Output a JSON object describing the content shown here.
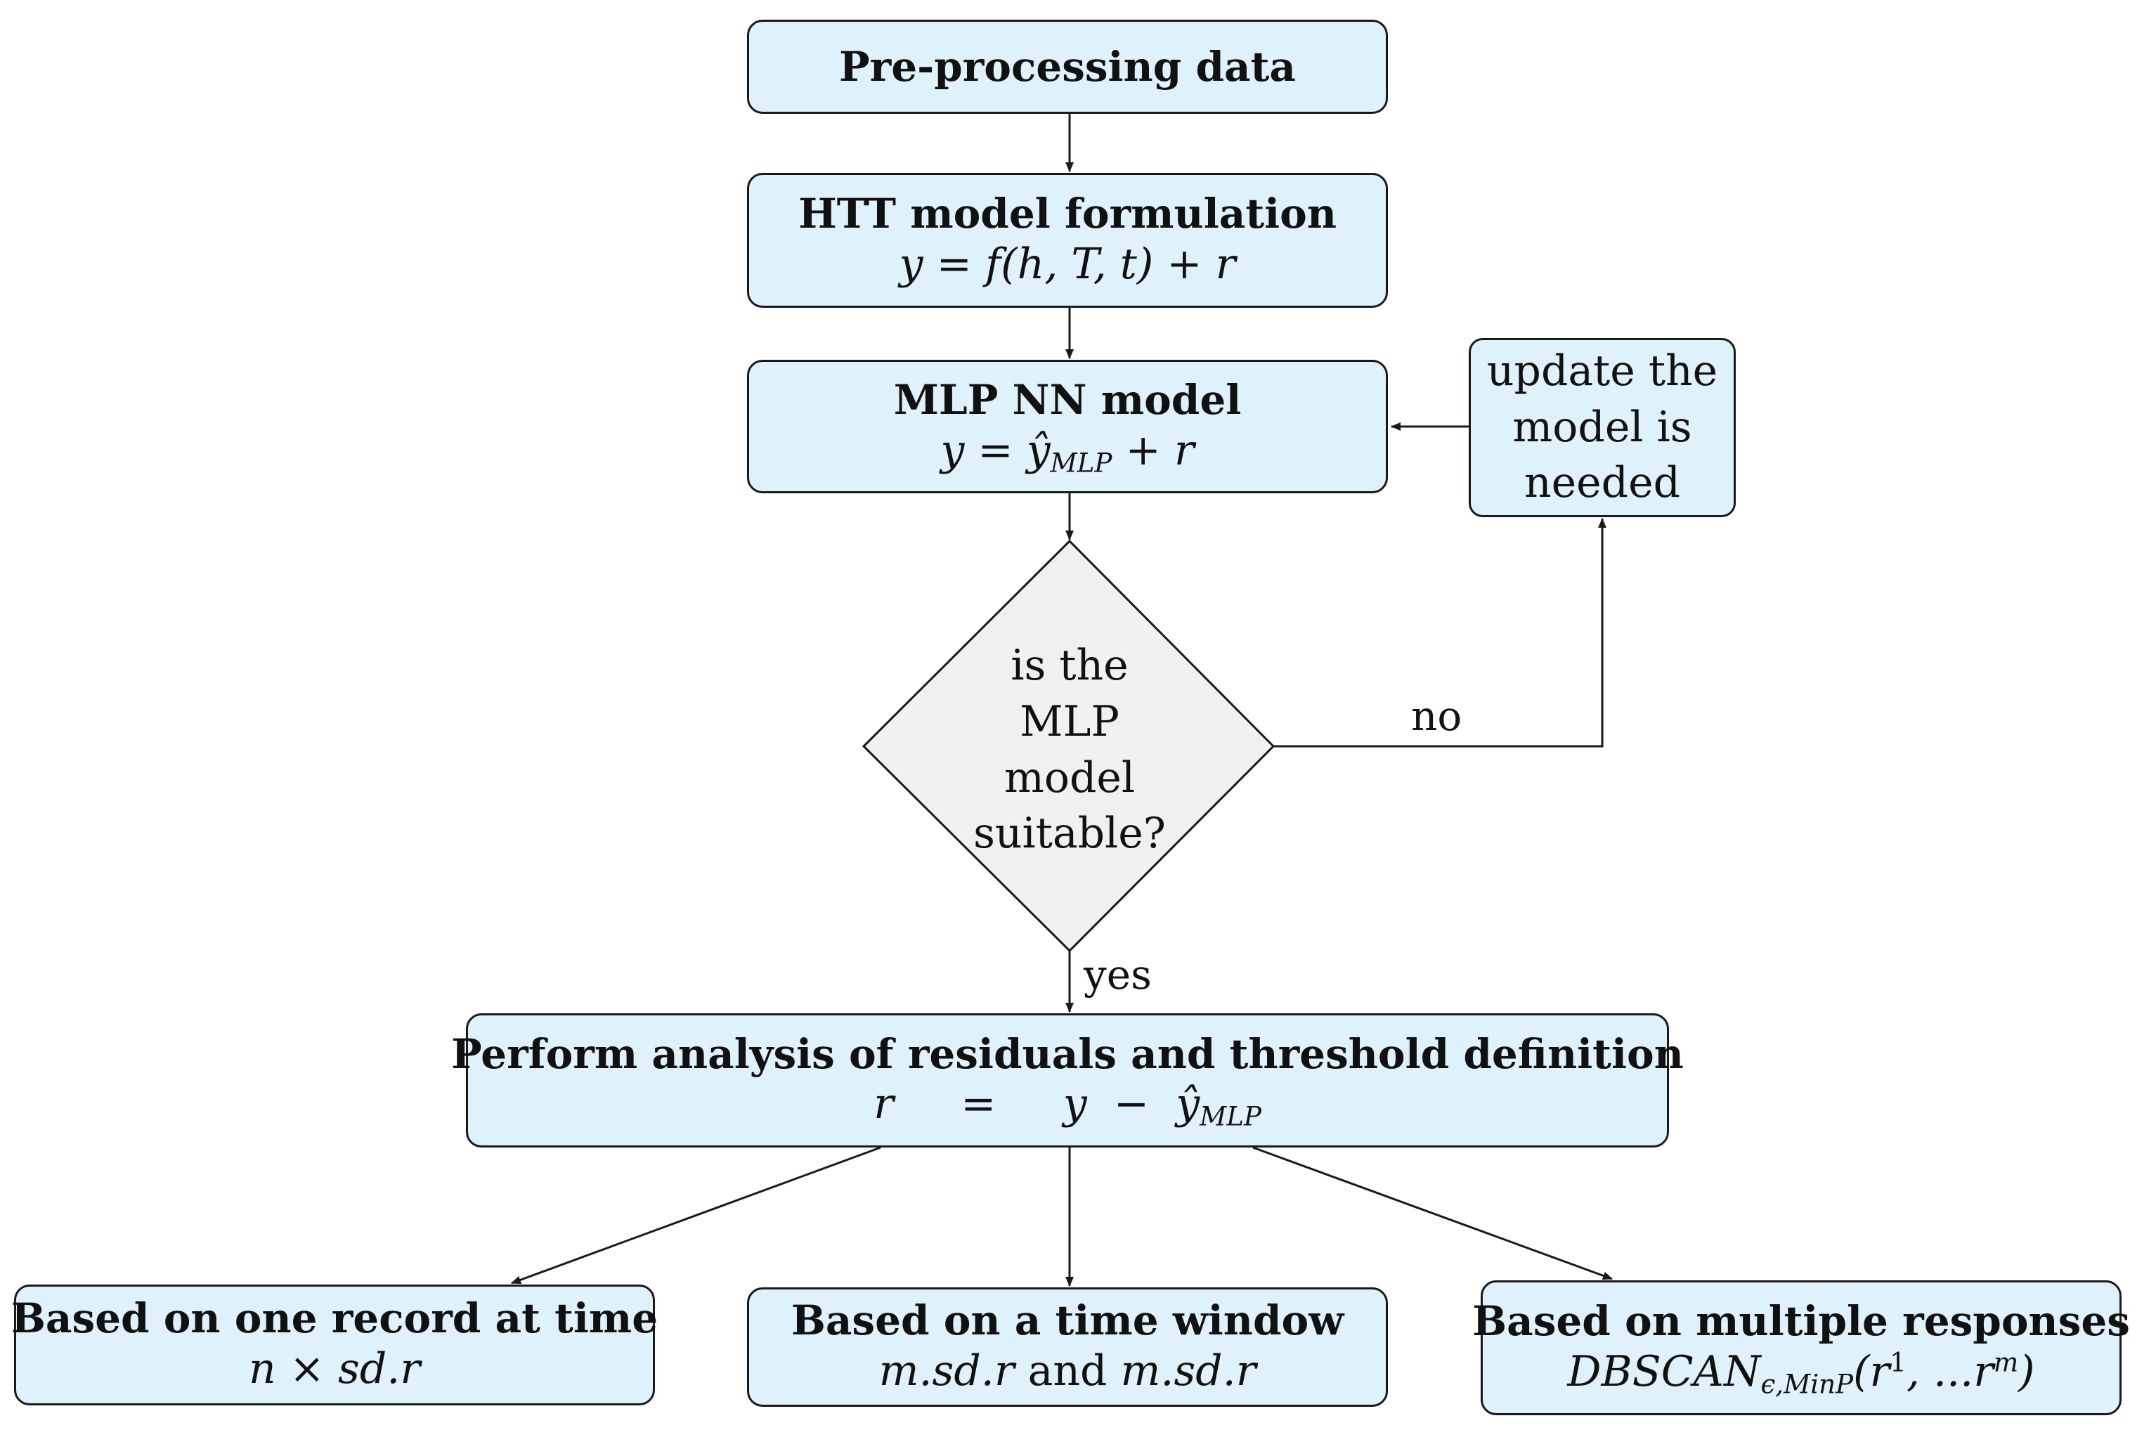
{
  "nodes": {
    "preprocess": {
      "title": "Pre-processing  data"
    },
    "htt": {
      "title": "HTT model formulation",
      "formula": "y  =  f(h, T, t) + r"
    },
    "mlp": {
      "title": "MLP  NN  model",
      "formula_left": "y  =  ŷ",
      "formula_sub": "MLP",
      "formula_right": " + r"
    },
    "update": {
      "lines": [
        "update the",
        "model is",
        "needed"
      ]
    },
    "decision": {
      "lines": [
        "is the",
        "MLP",
        "model",
        "suitable?"
      ]
    },
    "residuals": {
      "title": "Perform analysis of residuals and threshold definition",
      "formula_left": "r     =     y  −  ŷ",
      "formula_sub": "MLP"
    },
    "one_record": {
      "title": "Based on one record at time",
      "formula": "n × sd.r"
    },
    "time_window": {
      "title": "Based on a time window",
      "formula_a": "m.sd.r",
      "formula_and": " and ",
      "formula_b": "m.sd.r"
    },
    "multiple": {
      "title": "Based on multiple responses",
      "f_name": "DBSCAN",
      "f_sub": "ϵ,MinP",
      "f_open": "(r",
      "f_sup1": "1",
      "f_mid": ", ...r",
      "f_sup2": "m",
      "f_close": ")"
    }
  },
  "edges": {
    "no_label": "no",
    "yes_label": "yes"
  },
  "colors": {
    "box_fill": "#dff1fb",
    "decision_fill": "#f0f0f0",
    "stroke": "#1a1a1a"
  }
}
